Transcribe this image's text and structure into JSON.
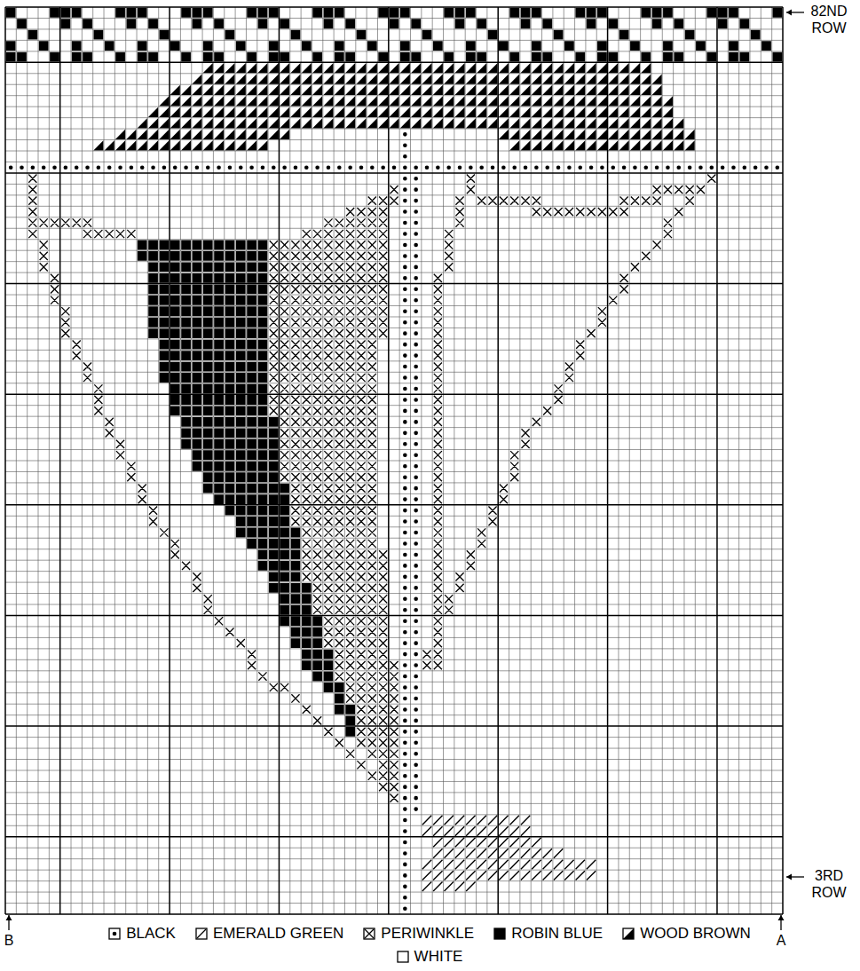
{
  "diagram": {
    "labels": [
      "82ND ROW",
      "3RD ROW",
      "B",
      "A"
    ],
    "legend": [
      {
        "text": "BLACK"
      },
      {
        "text": "EMERALD GREEN"
      },
      {
        "text": "PERIWINKLE"
      },
      {
        "text": "ROBIN BLUE"
      },
      {
        "text": "WOOD BROWN"
      },
      {
        "text": "WHITE"
      }
    ]
  }
}
